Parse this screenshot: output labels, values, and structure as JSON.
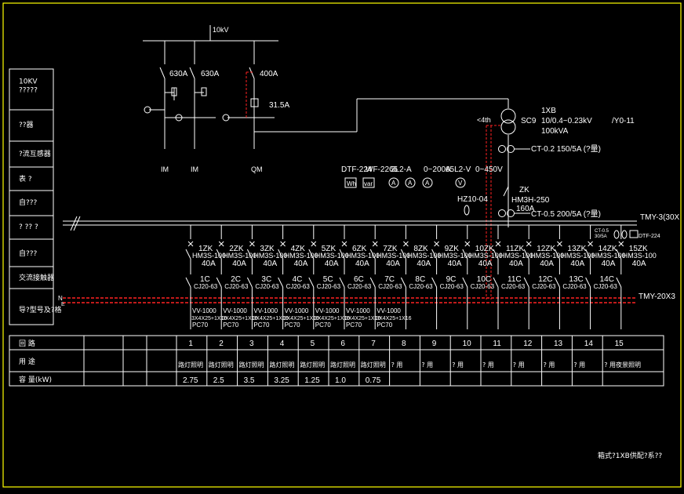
{
  "source": {
    "label": "10kV"
  },
  "hv_switchgear": [
    {
      "rating": "630A",
      "name": "IM"
    },
    {
      "rating": "630A",
      "name": "IM"
    },
    {
      "rating": "400A",
      "fuse": "31.5A",
      "name": "QM"
    }
  ],
  "transformer": {
    "id": "1XB",
    "model": "SC9",
    "ratio": "10/0.4~0.23kV",
    "vector_group": "/Y0-11",
    "capacity": "100kVA",
    "ct": "CT-0.2   150/5A (?量)",
    "marker": "<4th"
  },
  "meters": {
    "label_1": "DTF-224",
    "label_2": "WF-2265",
    "label_3": "3L2-A",
    "range_a": "0~200A",
    "range_v": "0~450V",
    "overlap": "65L2-V",
    "sym_wh": "Wh",
    "sym_var": "var",
    "sym_a": "A",
    "sym_v": "V"
  },
  "main_breaker": {
    "id": "ZK",
    "model": "HM3H-250",
    "rating": "160A",
    "ct": "CT-0.5   200/5A (?量)",
    "hz": "HZ10-04"
  },
  "busbar": {
    "top": "TMY-3(30X",
    "bottom": "TMY-20X3",
    "dtf": "DTF-224",
    "ct_small": "CT-0.5",
    "ct_small2": "30/5A",
    "neutral": "N",
    "pe": "E"
  },
  "left_labels": [
    "10KV\n?????",
    "??器",
    "?流互感器",
    "表     ?",
    "自???",
    "?    ??     ?",
    "自???",
    "交流接触器",
    "导?型号及?格"
  ],
  "circuits": [
    {
      "zk": "1ZK",
      "model": "HM3S-100",
      "amp": "40A",
      "c": "1C",
      "cj": "CJ20-63",
      "cable": "VV-1000",
      "spec": "3X4X25+1X16",
      "pc": "PC70"
    },
    {
      "zk": "2ZK",
      "model": "HM3S-100",
      "amp": "40A",
      "c": "2C",
      "cj": "CJ20-63",
      "cable": "VV-1000",
      "spec": "3X4X25+1X16",
      "pc": "PC70"
    },
    {
      "zk": "3ZK",
      "model": "HM3S-100",
      "amp": "40A",
      "c": "3C",
      "cj": "CJ20-63",
      "cable": "VV-1000",
      "spec": "3X4X25+1X16",
      "pc": "PC70"
    },
    {
      "zk": "4ZK",
      "model": "HM3S-100",
      "amp": "40A",
      "c": "4C",
      "cj": "CJ20-63",
      "cable": "VV-1000",
      "spec": "3X4X25+1X16",
      "pc": "PC70"
    },
    {
      "zk": "5ZK",
      "model": "HM3S-100",
      "amp": "40A",
      "c": "5C",
      "cj": "CJ20-63",
      "cable": "VV-1000",
      "spec": "3X4X25+1X16",
      "pc": "PC70"
    },
    {
      "zk": "6ZK",
      "model": "HM3S-100",
      "amp": "40A",
      "c": "6C",
      "cj": "CJ20-63",
      "cable": "VV-1000",
      "spec": "3X4X25+1X16",
      "pc": "PC70"
    },
    {
      "zk": "7ZK",
      "model": "HM3S-100",
      "amp": "40A",
      "c": "7C",
      "cj": "CJ20-63",
      "cable": "VV-1000",
      "spec": "3X4X25+1X16",
      "pc": "PC70"
    },
    {
      "zk": "8ZK",
      "model": "HM3S-100",
      "amp": "40A",
      "c": "8C",
      "cj": "CJ20-63"
    },
    {
      "zk": "9ZK",
      "model": "HM3S-100",
      "amp": "40A",
      "c": "9C",
      "cj": "CJ20-63"
    },
    {
      "zk": "10ZK",
      "model": "HM3S-100",
      "amp": "40A",
      "c": "10C",
      "cj": "CJ20-63"
    },
    {
      "zk": "11ZK",
      "model": "HM3S-100",
      "amp": "40A",
      "c": "11C",
      "cj": "CJ20-63"
    },
    {
      "zk": "12ZK",
      "model": "HM3S-100",
      "amp": "40A",
      "c": "12C",
      "cj": "CJ20-63"
    },
    {
      "zk": "13ZK",
      "model": "HM3S-100",
      "amp": "40A",
      "c": "13C",
      "cj": "CJ20-63"
    },
    {
      "zk": "14ZK",
      "model": "HM3S-100",
      "amp": "40A",
      "c": "14C",
      "cj": "CJ20-63"
    },
    {
      "zk": "15ZK",
      "model": "HM3S-100",
      "amp": "40A"
    }
  ],
  "table": {
    "row_labels": [
      "回        路",
      "用        途",
      "容  量(kW)"
    ],
    "numbers": [
      "1",
      "2",
      "3",
      "4",
      "5",
      "6",
      "7",
      "8",
      "9",
      "10",
      "11",
      "12",
      "13",
      "14",
      "15"
    ],
    "uses": [
      "路灯照明",
      "路灯照明",
      "路灯照明",
      "路灯照明",
      "路灯照明",
      "路灯照明",
      "路灯照明",
      "?   用",
      "?  用",
      "?  用",
      "?  用",
      "?  用",
      "?  用",
      "?  用",
      "?  用夜景照明"
    ],
    "capacities": [
      "2.75",
      "2.5",
      "3.5",
      "3.25",
      "1.25",
      "1.0",
      "0.75",
      "",
      "",
      "",
      "",
      "",
      "",
      "",
      ""
    ]
  },
  "footnote": "箱式?1XB供配?系??",
  "colors": {
    "frame": "#ffff00",
    "line": "#ffffff",
    "red": "#ff2222"
  }
}
